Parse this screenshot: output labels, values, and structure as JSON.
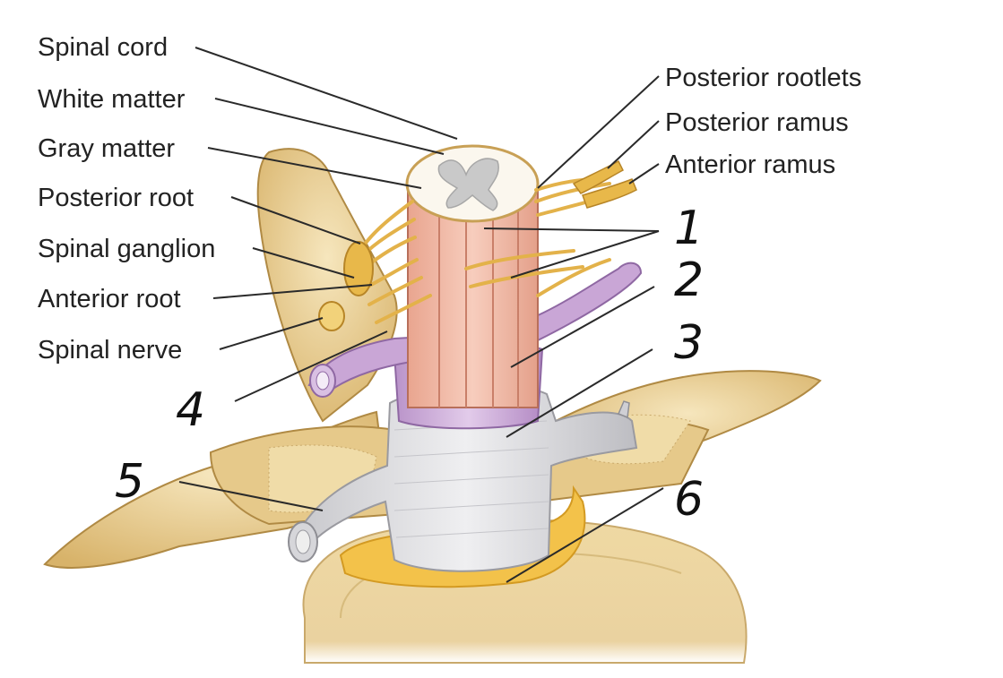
{
  "labels": {
    "spinal_cord": "Spinal cord",
    "white_matter": "White matter",
    "gray_matter": "Gray matter",
    "posterior_root": "Posterior root",
    "spinal_ganglion": "Spinal ganglion",
    "anterior_root": "Anterior root",
    "spinal_nerve": "Spinal nerve",
    "posterior_rootlets": "Posterior rootlets",
    "posterior_ramus": "Posterior ramus",
    "anterior_ramus": "Anterior ramus"
  },
  "numbers": {
    "n1": "1",
    "n2": "2",
    "n3": "3",
    "n4": "4",
    "n5": "5",
    "n6": "6"
  },
  "colors": {
    "bone": "#e9d39a",
    "bone_dark": "#c9a75e",
    "nerve": "#e8b84a",
    "pia": "#f0b8a4",
    "arachnoid": "#c9a6d6",
    "dura": "#d9d9dc",
    "fat": "#f3c24a"
  }
}
